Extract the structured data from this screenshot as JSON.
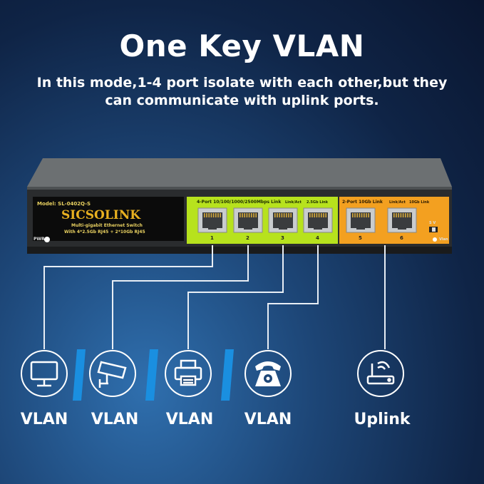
{
  "header": {
    "title": "One Key VLAN",
    "subtitle_line1": "In this mode,1-4 port isolate with each other,but they",
    "subtitle_line2": "can communicate with uplink ports."
  },
  "switch": {
    "model": "Model: SL-0402Q-S",
    "brand": "SICSOLINK",
    "desc1": "Multi-gigabit Ethernet Switch",
    "desc2": "With 4*2.5Gb RJ45 + 2*10Gb RJ45",
    "pwr": "PWR",
    "group1_label": "4-Port 10/100/1000/2500Mbps Link",
    "group1_led1": "Link/Act",
    "group1_led2": "2.5Gb Link",
    "group2_label": "2-Port 10Gb Link",
    "group2_led1": "Link/Act",
    "group2_led2": "10Gb Link",
    "sv": "S  V",
    "vlan": "Vlan",
    "ports": [
      "1",
      "2",
      "3",
      "4",
      "5",
      "6"
    ]
  },
  "devices": [
    {
      "icon": "monitor-icon",
      "label": "VLAN"
    },
    {
      "icon": "camera-icon",
      "label": "VLAN"
    },
    {
      "icon": "printer-icon",
      "label": "VLAN"
    },
    {
      "icon": "telephone-icon",
      "label": "VLAN"
    },
    {
      "icon": "router-icon",
      "label": "Uplink"
    }
  ],
  "colors": {
    "accent_blue": "#1a8fe0",
    "green_panel": "#b7e21d",
    "orange_panel": "#f3a020"
  }
}
